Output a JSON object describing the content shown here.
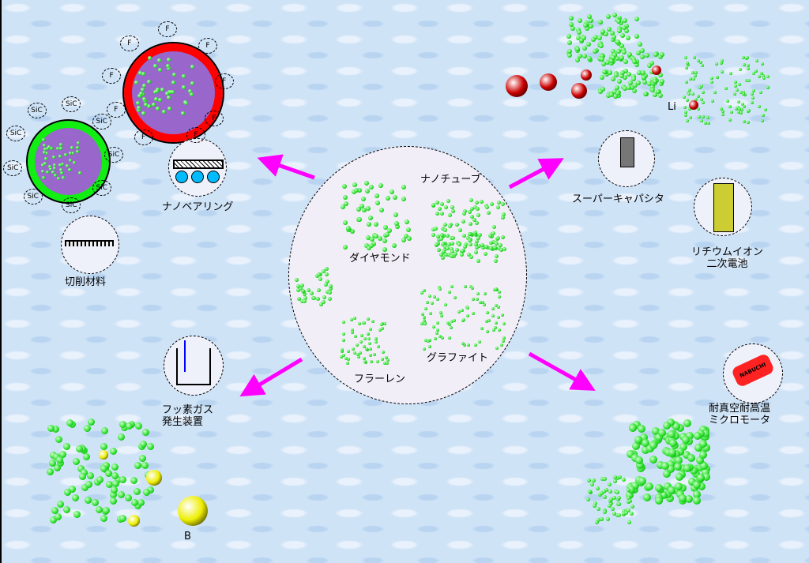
{
  "center": {
    "nanotube": "ナノチューブ",
    "diamond": "ダイヤモンド",
    "fullerene": "フラーレン",
    "graphite": "グラファイト"
  },
  "applications": {
    "nano_bearing": "ナノベアリング",
    "cutting": "切削材料",
    "supercap": "スーパーキャパシタ",
    "li_ion_1": "リチウムイオン",
    "li_ion_2": "二次電池",
    "li": "Li",
    "fluorine_1": "フッ素ガス",
    "fluorine_2": "発生装置",
    "boron": "B",
    "motor_1": "耐真空耐高温",
    "motor_2": "ミクロモータ",
    "motor_brand": "NABUCHI"
  },
  "tags": {
    "f": "F",
    "sic": "SiC"
  },
  "colors": {
    "arrow": "#ff00ff",
    "atom": "#22dd22",
    "red_ring": "#ff0000",
    "green_ring": "#11ee11",
    "core": "#9966cc"
  }
}
